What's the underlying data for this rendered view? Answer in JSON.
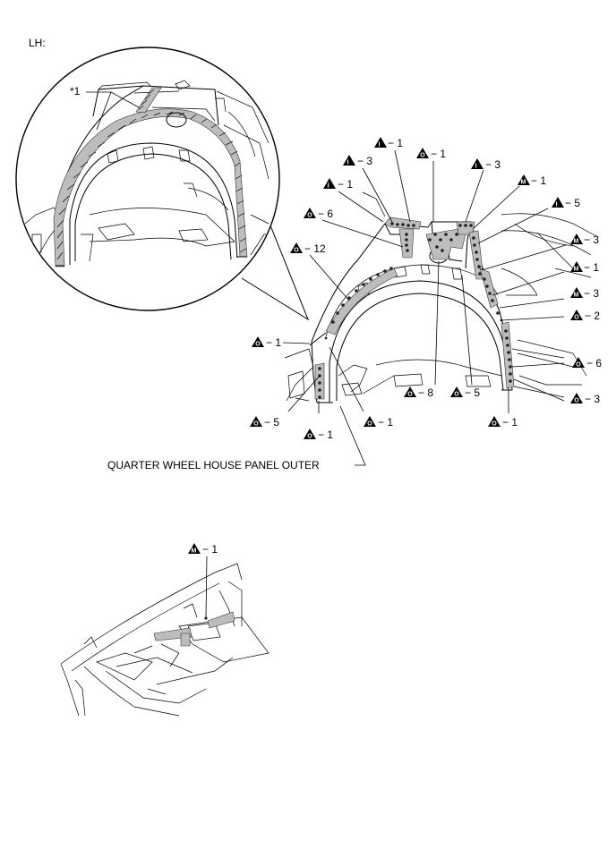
{
  "header": {
    "side_label": "LH:"
  },
  "detail": {
    "callout": "*1"
  },
  "part_label": "QUARTER WHEEL HOUSE PANEL OUTER",
  "symbols": {
    "I": {
      "letter": "I",
      "color": "#000000"
    },
    "O": {
      "letter": "O",
      "color": "#000000"
    },
    "M": {
      "letter": "M",
      "color": "#000000"
    }
  },
  "callouts_main": [
    {
      "sym": "I",
      "text": "− 1"
    },
    {
      "sym": "O",
      "text": "− 1"
    },
    {
      "sym": "I",
      "text": "− 3"
    },
    {
      "sym": "I",
      "text": "− 3"
    },
    {
      "sym": "M",
      "text": "− 1"
    },
    {
      "sym": "I",
      "text": "− 1"
    },
    {
      "sym": "I",
      "text": "− 5"
    },
    {
      "sym": "O",
      "text": "− 6"
    },
    {
      "sym": "M",
      "text": "− 3"
    },
    {
      "sym": "O",
      "text": "− 12"
    },
    {
      "sym": "M",
      "text": "− 1"
    },
    {
      "sym": "M",
      "text": "− 3"
    },
    {
      "sym": "O",
      "text": "− 2"
    },
    {
      "sym": "O",
      "text": "− 1"
    },
    {
      "sym": "O",
      "text": "− 6"
    },
    {
      "sym": "O",
      "text": "− 8"
    },
    {
      "sym": "O",
      "text": "− 5"
    },
    {
      "sym": "O",
      "text": "− 3"
    },
    {
      "sym": "O",
      "text": "− 5"
    },
    {
      "sym": "O",
      "text": "− 1"
    },
    {
      "sym": "O",
      "text": "− 1"
    },
    {
      "sym": "O",
      "text": "− 1"
    }
  ],
  "callout_bottom": {
    "sym": "M",
    "text": "− 1"
  }
}
